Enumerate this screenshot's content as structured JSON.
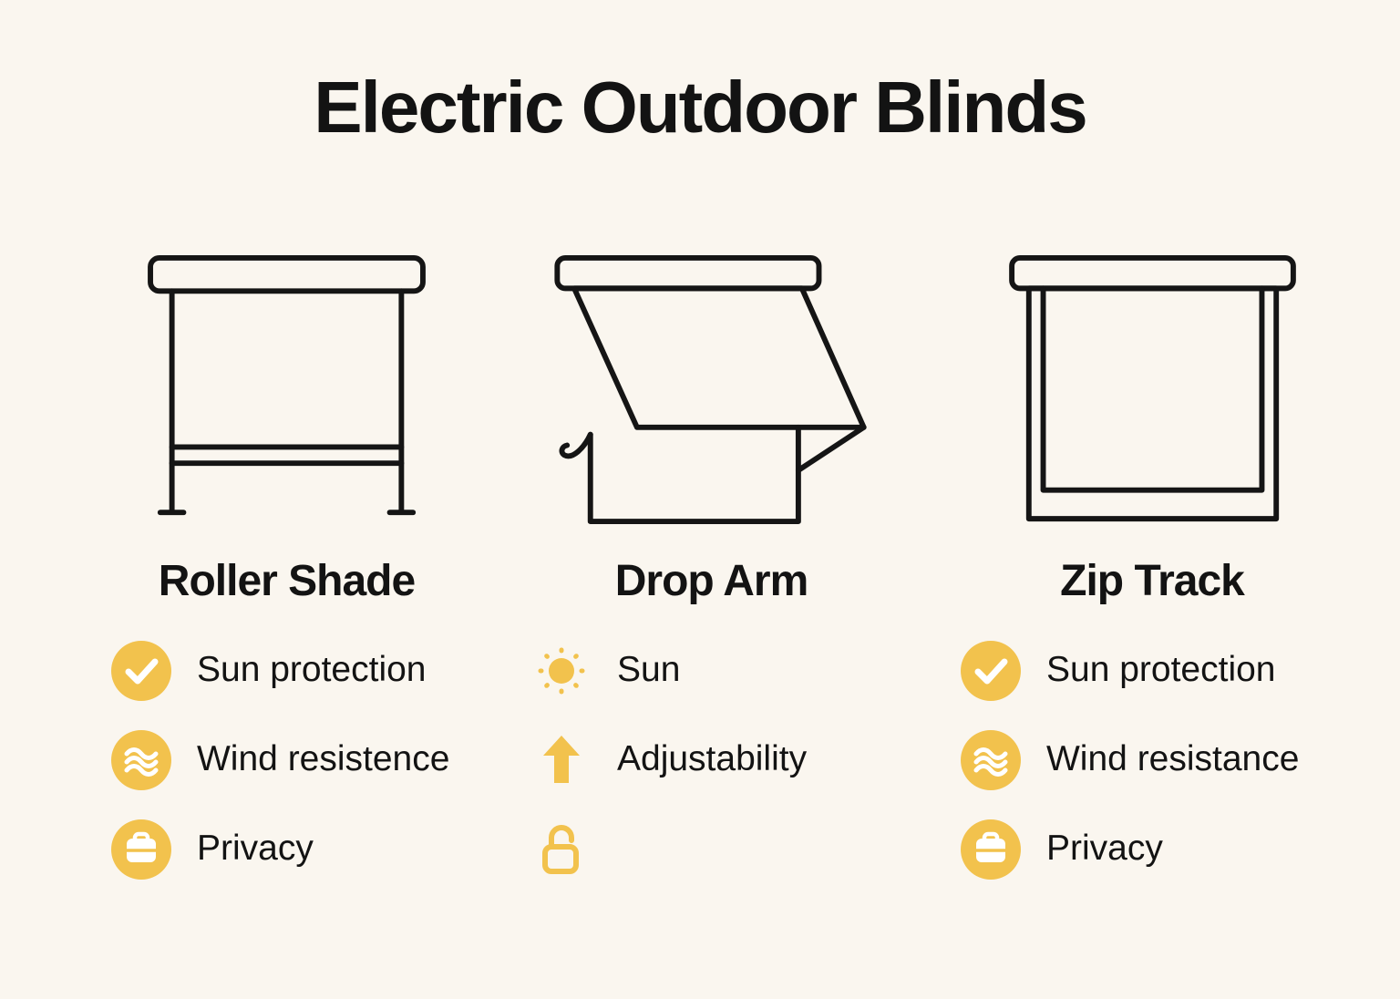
{
  "title": "Electric Outdoor Blinds",
  "colors": {
    "background": "#FAF6EF",
    "accent": "#F2C24D",
    "ink": "#131313",
    "glyph_on_accent": "#FFFFFF"
  },
  "columns": [
    {
      "heading": "Roller Shade",
      "illustration": "roller-shade",
      "features": [
        {
          "icon": "check-icon",
          "label": "Sun protection"
        },
        {
          "icon": "waves-icon",
          "label": "Wind resistence"
        },
        {
          "icon": "privacy-lock-icon",
          "label": "Privacy"
        }
      ]
    },
    {
      "heading": "Drop Arm",
      "illustration": "drop-arm",
      "features": [
        {
          "icon": "sun-icon",
          "label": "Sun"
        },
        {
          "icon": "arrow-up-icon",
          "label": "Adjustability"
        },
        {
          "icon": "open-padlock-icon",
          "label": ""
        }
      ]
    },
    {
      "heading": "Zip Track",
      "illustration": "zip-track",
      "features": [
        {
          "icon": "check-icon",
          "label": "Sun protection"
        },
        {
          "icon": "waves-icon",
          "label": "Wind resistance"
        },
        {
          "icon": "privacy-lock-icon",
          "label": "Privacy"
        }
      ]
    }
  ]
}
